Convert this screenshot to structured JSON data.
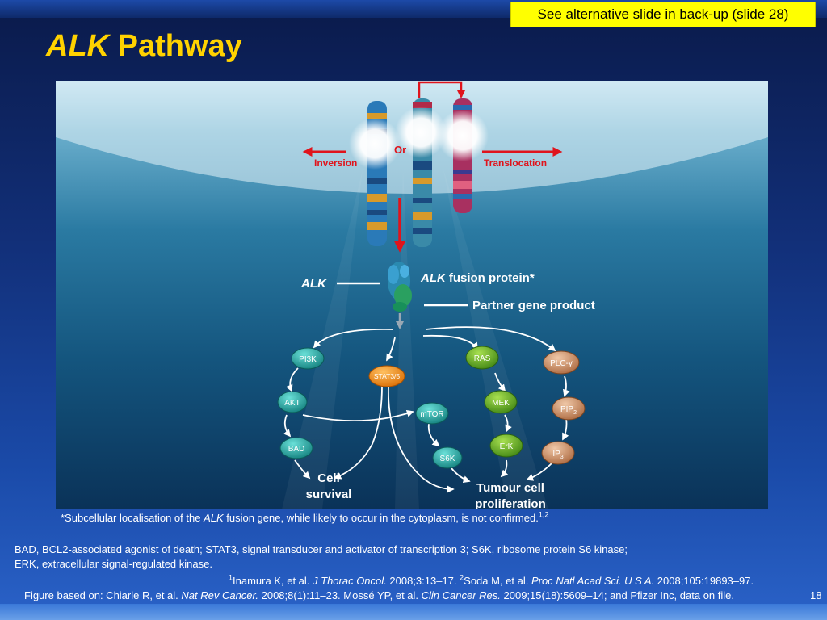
{
  "backup_note": "See alternative slide in back-up (slide 28)",
  "title": {
    "italic": "ALK",
    "rest": "Pathway"
  },
  "diagram": {
    "or_label": "Or",
    "inversion_label": "Inversion",
    "translocation_label": "Translocation",
    "alk_label": "ALK",
    "fusion_italic": "ALK",
    "fusion_rest": "fusion protein*",
    "partner_label": "Partner gene product",
    "nodes": {
      "pi3k": "PI3K",
      "stat": "STAT3/5",
      "ras": "RAS",
      "plc": "PLC-γ",
      "akt": "AKT",
      "mtor": "mTOR",
      "mek": "MEK",
      "pip2": "PIP",
      "pip2_sub": "2",
      "bad": "BAD",
      "s6k": "S6K",
      "erk": "ErK",
      "ip3": "IP",
      "ip3_sub": "3"
    },
    "outcome_survival": [
      "Cell",
      "survival"
    ],
    "outcome_proliferation": [
      "Tumour cell",
      "proliferation"
    ]
  },
  "footnote": {
    "pre": "*Subcellular localisation of the ",
    "italic": "ALK",
    "post": " fusion gene, while likely to occur in the cytoplasm, is not confirmed.",
    "sup": "1,2"
  },
  "abbreviations": [
    "BAD, BCL2-associated agonist of death; STAT3, signal transducer and activator of transcription 3; S6K, ribosome protein S6 kinase;",
    "ERK, extracellular signal-regulated kinase."
  ],
  "refs_line1": {
    "sup1": "1",
    "a": "Inamura K, et al. ",
    "j1": "J Thorac Oncol.",
    "b": " 2008;3:13–17. ",
    "sup2": "2",
    "c": "Soda M, et al. ",
    "j2": "Proc Natl Acad Sci. U S A.",
    "d": " 2008;105:19893–97."
  },
  "refs_line2": {
    "a": "Figure based on: Chiarle R, et al. ",
    "j1": "Nat Rev Cancer.",
    "b": " 2008;8(1):11–23. Mossé YP, et al. ",
    "j2": "Clin Cancer Res.",
    "c": " 2009;15(18):5609–14; and Pfizer Inc, data on file."
  },
  "page_number": "18",
  "colors": {
    "title": "#ffd200",
    "note_bg": "#ffff00",
    "arrow_red": "#e0141c",
    "node_teal": "#1aa8a0",
    "node_orange": "#f08a10",
    "node_green": "#5aa818",
    "node_tan": "#c8845a"
  }
}
